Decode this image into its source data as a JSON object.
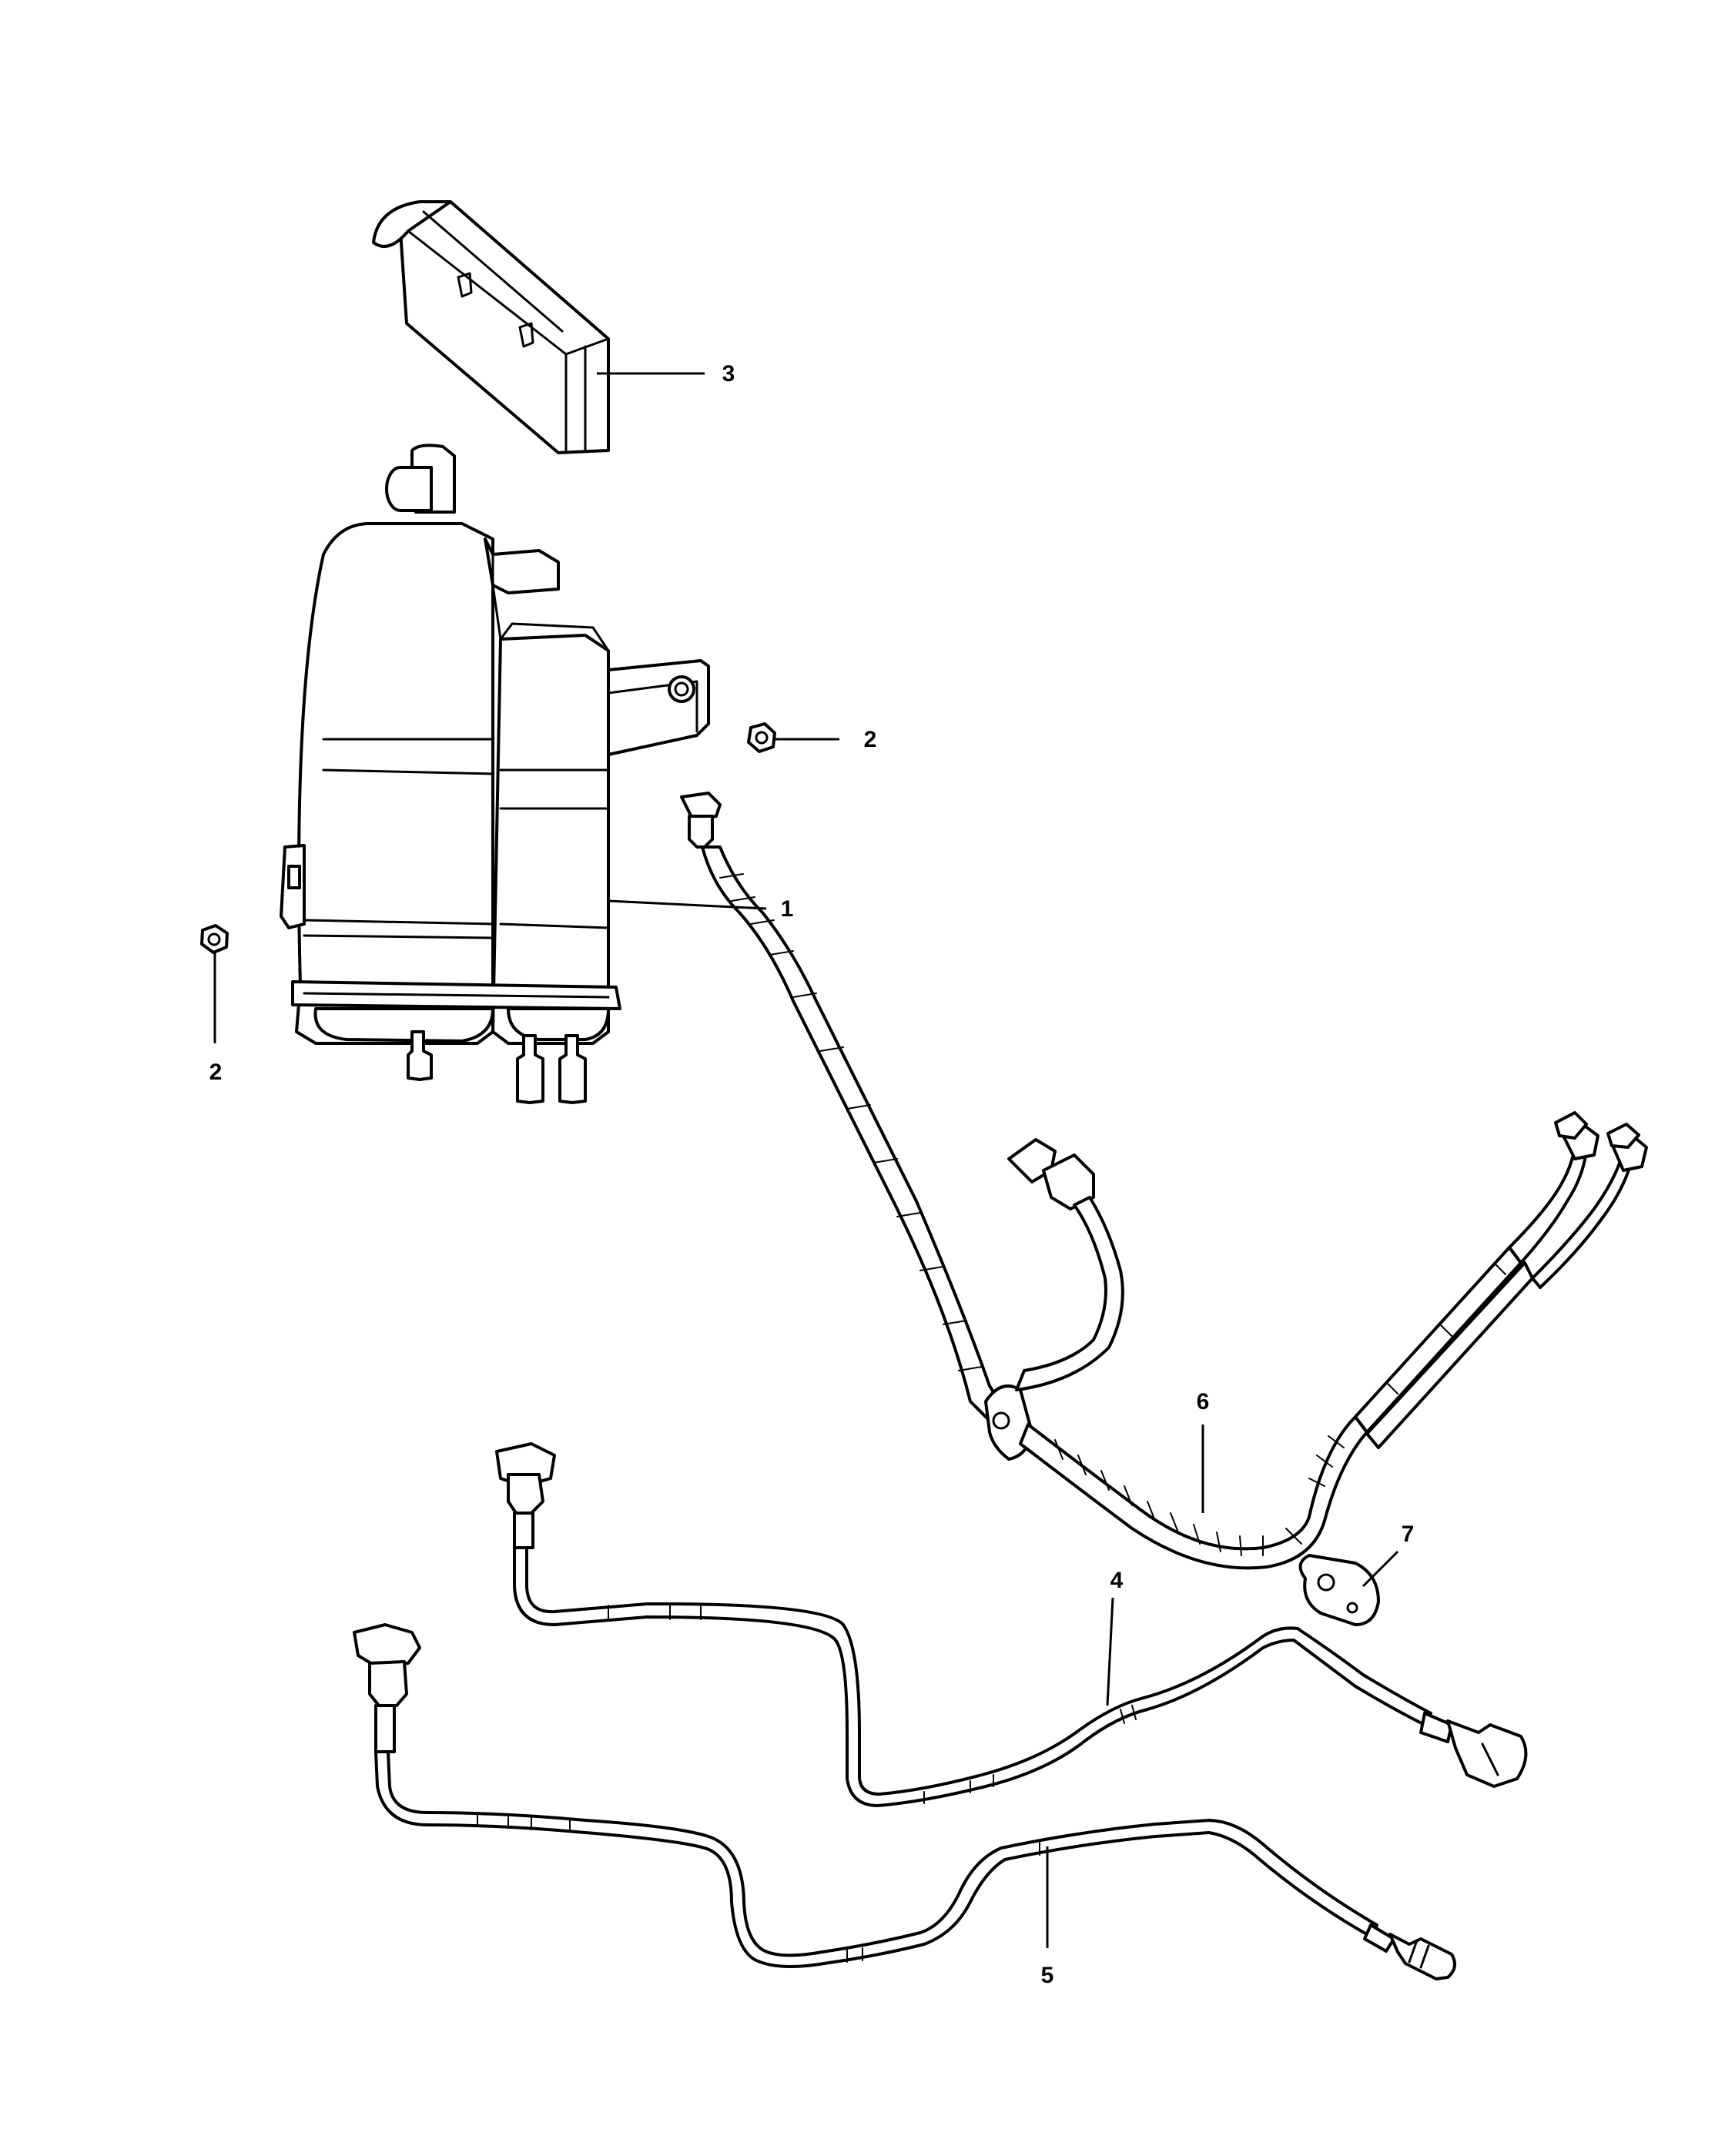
{
  "diagram": {
    "callouts": [
      "1",
      "2",
      "2",
      "3",
      "4",
      "5",
      "6",
      "7"
    ]
  }
}
